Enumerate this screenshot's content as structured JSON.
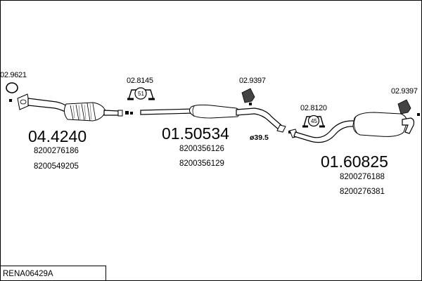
{
  "diagram_code": "RENA06429A",
  "parts": [
    {
      "article": "04.4240",
      "refs": [
        "8200276186",
        "8200549205"
      ]
    },
    {
      "article": "01.50534",
      "refs": [
        "8200356126",
        "8200356129"
      ]
    },
    {
      "article": "01.60825",
      "refs": [
        "8200276188",
        "8200276381"
      ]
    }
  ],
  "accessories": [
    {
      "code": "02.9621"
    },
    {
      "code": "02.8145",
      "clamp_size": "51"
    },
    {
      "code": "02.9397"
    },
    {
      "code": "02.8120",
      "clamp_size": "45"
    },
    {
      "code": "02.9397"
    }
  ],
  "diameter_label": "ø39.5"
}
